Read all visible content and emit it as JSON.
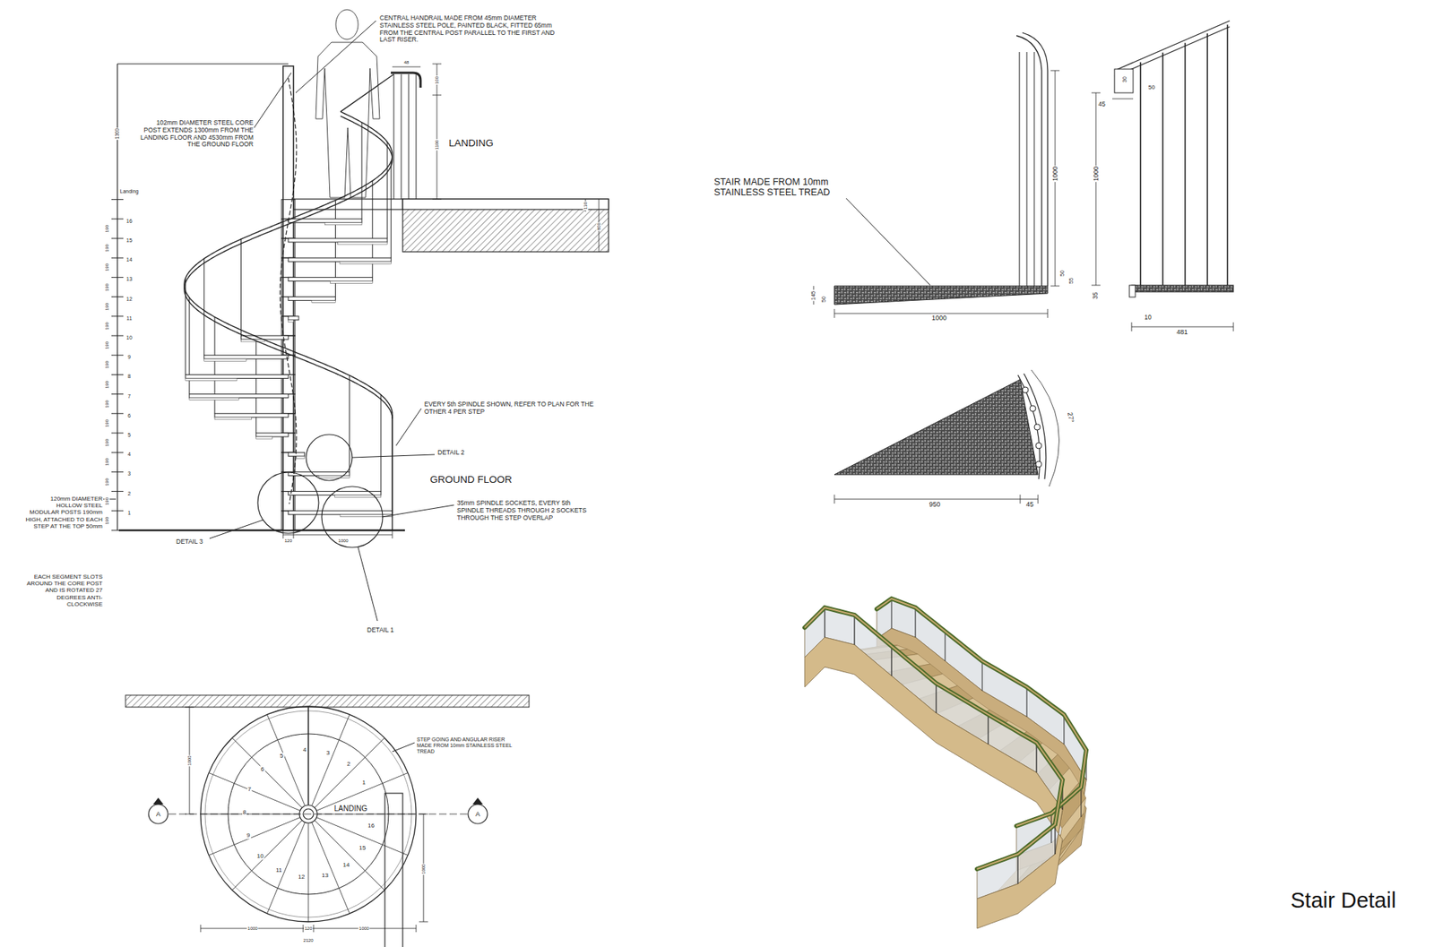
{
  "diagram": {
    "title": "Stair Detail",
    "labels": [
      "CENTRAL HANDRAIL MADE FROM 45mm DIAMETER STAINLESS STEEL POLE, PAINTED BLACK, FITTED 65mm FROM THE CENTRAL POST PARALLEL TO THE FIRST AND LAST RISER.",
      "102mm DIAMETER STEEL CORE POST EXTENDS 1300mm FROM THE LANDING FLOOR AND 4530mm FROM THE GROUND FLOOR",
      "LANDING",
      "Landing",
      "16",
      "15",
      "14",
      "13",
      "12",
      "11",
      "10",
      "9",
      "8",
      "7",
      "6",
      "5",
      "4",
      "3",
      "2",
      "1",
      "190",
      "190",
      "190",
      "190",
      "190",
      "190",
      "190",
      "190",
      "190",
      "190",
      "190",
      "190",
      "190",
      "190",
      "190",
      "190",
      "1300",
      "48",
      "100",
      "1100",
      "130",
      "800",
      "EVERY 5th SPINDLE SHOWN, REFER TO PLAN FOR THE OTHER 4 PER STEP",
      "DETAIL 2",
      "GROUND FLOOR",
      "35mm SPINDLE SOCKETS, EVERY 5th SPINDLE THREADS THROUGH 2 SOCKETS THROUGH THE STEP OVERLAP",
      "120mm DIAMETER HOLLOW STEEL MODULAR POSTS 190mm HIGH, ATTACHED TO EACH STEP AT THE TOP 50mm",
      "EACH SEGMENT SLOTS AROUND THE CORE POST AND IS ROTATED 27 DEGREES ANTI-CLOCKWISE",
      "DETAIL 3",
      "120",
      "1000",
      "DETAIL 1",
      "STEP GOING AND ANGULAR RISER MADE FROM 10mm STAINLESS STEEL TREAD",
      "A",
      "A",
      "LANDING",
      "1",
      "2",
      "3",
      "4",
      "5",
      "6",
      "7",
      "8",
      "9",
      "10",
      "11",
      "12",
      "13",
      "14",
      "15",
      "16",
      "1000",
      "1000",
      "1000",
      "120",
      "1000",
      "2120",
      "STAIR MADE FROM 10mm STAINLESS STEEL TREAD",
      "1000",
      "145",
      "50",
      "1000",
      "50",
      "55",
      "45",
      "30",
      "50",
      "1000",
      "35",
      "10",
      "481",
      "27°",
      "950",
      "45"
    ]
  }
}
